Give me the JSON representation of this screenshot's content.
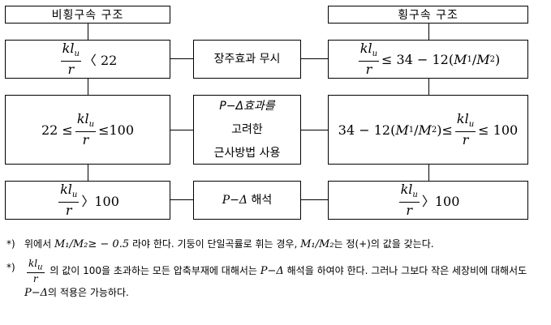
{
  "headers": {
    "left": "비횡구속 구조",
    "right": "횡구속 구조"
  },
  "middle": {
    "row1": "장주효과 무시",
    "row2": [
      "P−Δ효과를",
      "고려한",
      "근사방법 사용"
    ],
    "row3_sym": "P−Δ",
    "row3_text": " 해석"
  },
  "formulas": {
    "frac_num": "kl",
    "frac_num_sub": "u",
    "frac_den": "r",
    "left_row1_rel": "〈 22",
    "left_row2_pre": "22 ≤",
    "left_row2_post": "≤100",
    "left_row3_rel": "〉100",
    "right_row1_rel": "≤ 34 − 12(",
    "right_row1_m1": "M",
    "right_row1_m2": "M",
    "right_row2_pre": "34 − 12(",
    "right_row2_post": "≤ 100",
    "right_row3_rel": "〉100"
  },
  "notes": [
    {
      "marker": "*)",
      "t1": "위에서",
      "math1": "M₁/M₂≥ − 0.5",
      "t2": "라야 한다. 기둥이 단일곡률로 휘는 경우,",
      "math2": "M₁/M₂",
      "t3": "는 정(+)의 값을 갖는다."
    },
    {
      "marker": "*)",
      "t1": "의 값이 100을 초과하는 모든 압축부재에 대해서는",
      "math1": "P−Δ",
      "t2": "해석을 하여야 한다. 그러나 그보다 작은 세장비에 대해서도",
      "math2": "P−Δ",
      "t3": "의 적용은 가능하다."
    }
  ]
}
